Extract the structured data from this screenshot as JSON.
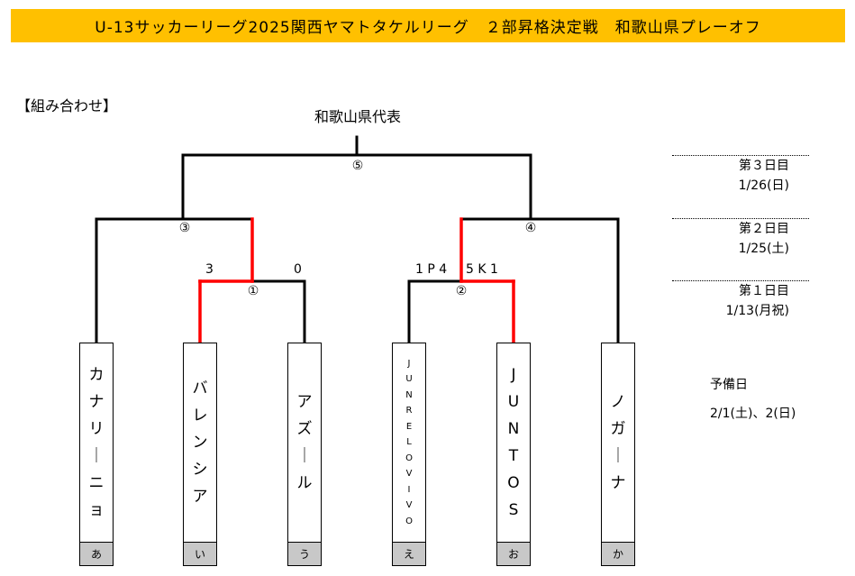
{
  "title": "U-13サッカーリーグ2025関西ヤマトタケルリーグ　２部昇格決定戦　和歌山県プレーオフ",
  "section_label": "【組み合わせ】",
  "representative_label": "和歌山県代表",
  "match_labels": [
    "①",
    "②",
    "③",
    "④",
    "⑤"
  ],
  "scores": {
    "m1_left": "3",
    "m1_right": "0",
    "m2_left": "1 P 4",
    "m2_right": "5 K 1"
  },
  "schedule": [
    {
      "day": "第３日目",
      "date": "1/26(日)"
    },
    {
      "day": "第２日目",
      "date": "1/25(土)"
    },
    {
      "day": "第１日目",
      "date": "1/13(月祝)"
    }
  ],
  "reserve": {
    "label": "予備日",
    "dates": "2/1(土)、2(日)"
  },
  "teams": [
    {
      "name": "カナリーニョ",
      "code": "あ"
    },
    {
      "name": "バレンシア",
      "code": "い"
    },
    {
      "name": "アズール",
      "code": "う"
    },
    {
      "name": "JUNRELOVIVO",
      "code": "え"
    },
    {
      "name": "JUNTOS",
      "code": "お"
    },
    {
      "name": "ノガーナ",
      "code": "か"
    }
  ],
  "colors": {
    "title_bg": "#ffc000",
    "winner_line": "#ff0000",
    "code_bg": "#c8c8c8"
  }
}
